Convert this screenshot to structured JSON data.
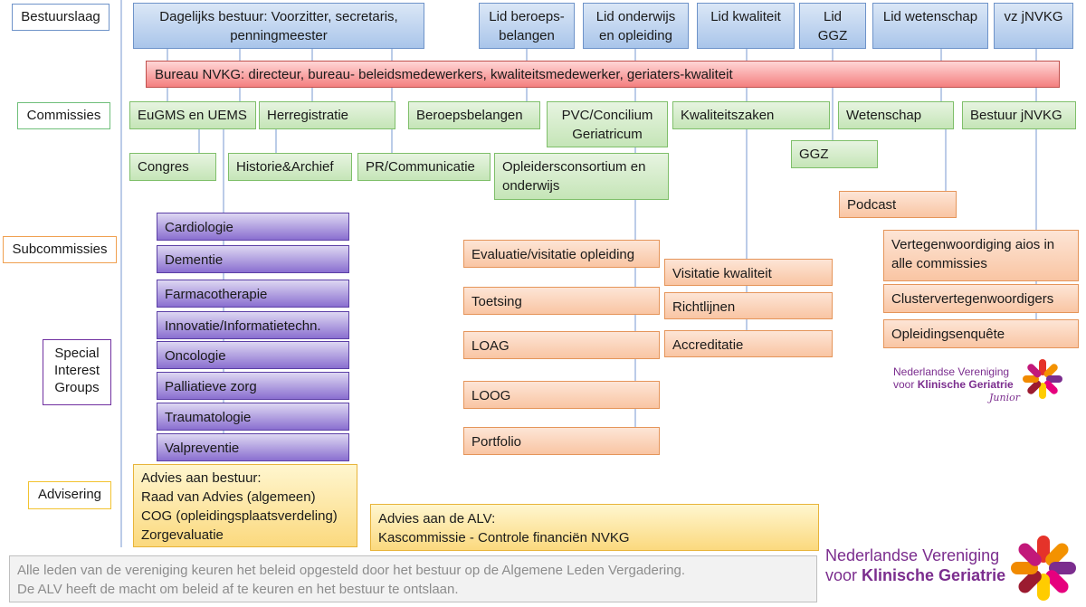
{
  "labels": {
    "bestuurslaag": "Bestuurslaag",
    "commissies": "Commissies",
    "subcommissies": "Subcommissies",
    "sig": "Special Interest Groups",
    "advisering": "Advisering"
  },
  "bestuur": {
    "dagelijks": "Dagelijks bestuur: Voorzitter, secretaris, penningmeester",
    "beroeps": "Lid beroeps-belangen",
    "onderwijs": "Lid onderwijs en opleiding",
    "kwaliteit": "Lid kwaliteit",
    "ggz": "Lid GGZ",
    "wetenschap": "Lid wetenschap",
    "jnvkg": "vz jNVKG"
  },
  "bureau": "Bureau NVKG: directeur, bureau- beleidsmedewerkers, kwaliteitsmedewerker, geriaters-kwaliteit",
  "commissies": {
    "eugms": "EuGMS en UEMS",
    "herregistratie": "Herregistratie",
    "beroepsbelangen": "Beroepsbelangen",
    "pvc": "PVC/Concilium Geriatricum",
    "kwaliteitszaken": "Kwaliteitszaken",
    "wetenschap": "Wetenschap",
    "bestuur_jnvkg": "Bestuur jNVKG",
    "congres": "Congres",
    "historie": "Historie&Archief",
    "pr": "PR/Communicatie",
    "opleiders": "Opleidersconsortium en onderwijs",
    "ggz": "GGZ"
  },
  "sigs": [
    "Cardiologie",
    "Dementie",
    "Farmacotherapie",
    "Innovatie/Informatietechn.",
    "Oncologie",
    "Palliatieve zorg",
    "Traumatologie",
    "Valpreventie"
  ],
  "sub_onderwijs": [
    "Evaluatie/visitatie opleiding",
    "Toetsing",
    "LOAG",
    "LOOG",
    "Portfolio"
  ],
  "sub_kwaliteit": [
    "Visitatie kwaliteit",
    "Richtlijnen",
    "Accreditatie"
  ],
  "sub_junior": {
    "podcast": "Podcast",
    "vertegenwoordiging": "Vertegenwoordiging aios in alle commissies",
    "cluster": "Clustervertegenwoordigers",
    "enquete": "Opleidingsenquête"
  },
  "advies": {
    "bestuur_title": "Advies aan bestuur:",
    "bestuur_lines": [
      "Raad van Advies (algemeen)",
      "COG (opleidingsplaatsverdeling)",
      "Zorgevaluatie"
    ],
    "alv_title": "Advies aan de ALV:",
    "alv_line": "Kascommissie - Controle financiën NVKG"
  },
  "footer": {
    "line1": "Alle leden van de vereniging keuren het beleid opgesteld door het bestuur op de Algemene Leden Vergadering.",
    "line2": "De ALV heeft de macht om beleid af te keuren en het bestuur te ontslaan."
  },
  "logo_small": {
    "line1": "Nederlandse Vereniging",
    "line2_prefix": "voor ",
    "line2_bold": "Klinische Geriatrie",
    "junior": "Junior"
  },
  "logo_large": {
    "line1": "Nederlandse Vereniging",
    "line2_prefix": "voor ",
    "line2_bold": "Klinische Geriatrie"
  },
  "colors": {
    "bestuur": "#a9c5ea",
    "bureau": "#f47f7f",
    "commissie": "#c5e5b7",
    "subcommissie": "#f9c5a3",
    "sig": "#8a6fd0",
    "advies": "#fbd97e",
    "footer": "#f2f2f2"
  },
  "icons": [
    "nvkg-junior-logo",
    "nvkg-logo"
  ]
}
